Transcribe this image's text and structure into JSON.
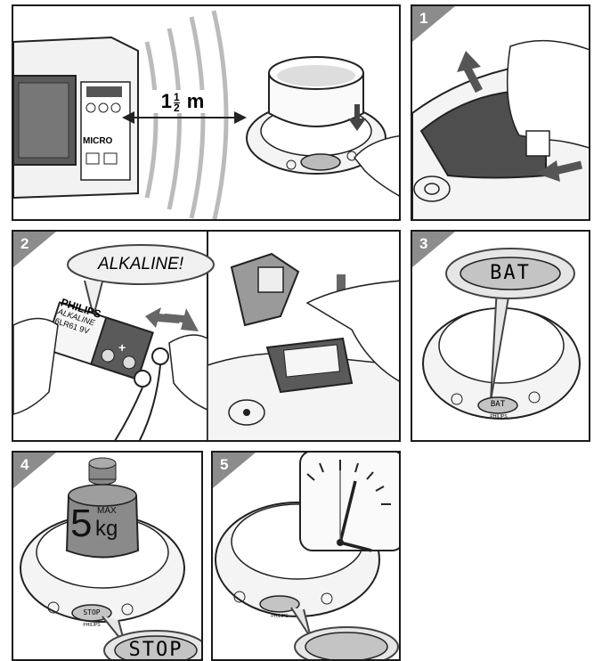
{
  "steps": [
    {
      "number": "1"
    },
    {
      "number": "2"
    },
    {
      "number": "3"
    },
    {
      "number": "4"
    },
    {
      "number": "5"
    }
  ],
  "intro": {
    "distance_whole": "1",
    "distance_num": "1",
    "distance_den": "2",
    "distance_unit": "m",
    "micro_label": "MICRO"
  },
  "battery": {
    "callout": "ALKALINE!",
    "brand": "PHILIPS",
    "type": "ALKALINE",
    "model": "6LR61 9V",
    "plus": "+"
  },
  "display": {
    "bat": "BAT",
    "bat_small": "BAT",
    "stop": "STOP",
    "stop_small": "STOP",
    "brand_small": "PHILIPS"
  },
  "weight": {
    "value": "5",
    "max": "MAX",
    "unit": "kg"
  }
}
